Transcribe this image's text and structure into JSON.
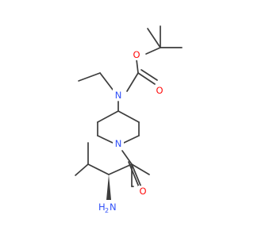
{
  "colors": {
    "bond": "#3d3d3d",
    "oxygen": "#ff0d0d",
    "nitrogen": "#3050f8",
    "background": "#ffffff"
  },
  "atoms": {
    "o_ether": "O",
    "o_carbamate": "O",
    "n_carbamate": "N",
    "n_ring": "N",
    "o_amide": "O",
    "nh2": {
      "main": "H",
      "sub": "2",
      "tail": "N"
    }
  }
}
